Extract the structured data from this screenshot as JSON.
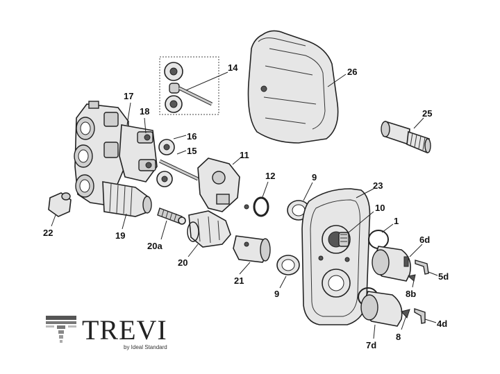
{
  "diagram": {
    "part_labels": {
      "p1": "1",
      "p4d": "4d",
      "p5d": "5d",
      "p6d": "6d",
      "p7d": "7d",
      "p8": "8",
      "p8b": "8b",
      "p9a": "9",
      "p9b": "9",
      "p10": "10",
      "p11": "11",
      "p12": "12",
      "p14": "14",
      "p15": "15",
      "p16": "16",
      "p17": "17",
      "p18": "18",
      "p19": "19",
      "p20": "20",
      "p20a": "20a",
      "p21": "21",
      "p22": "22",
      "p23": "23",
      "p25": "25",
      "p26": "26"
    }
  },
  "brand": {
    "name": "TREVI",
    "tagline": "by Ideal Standard"
  }
}
